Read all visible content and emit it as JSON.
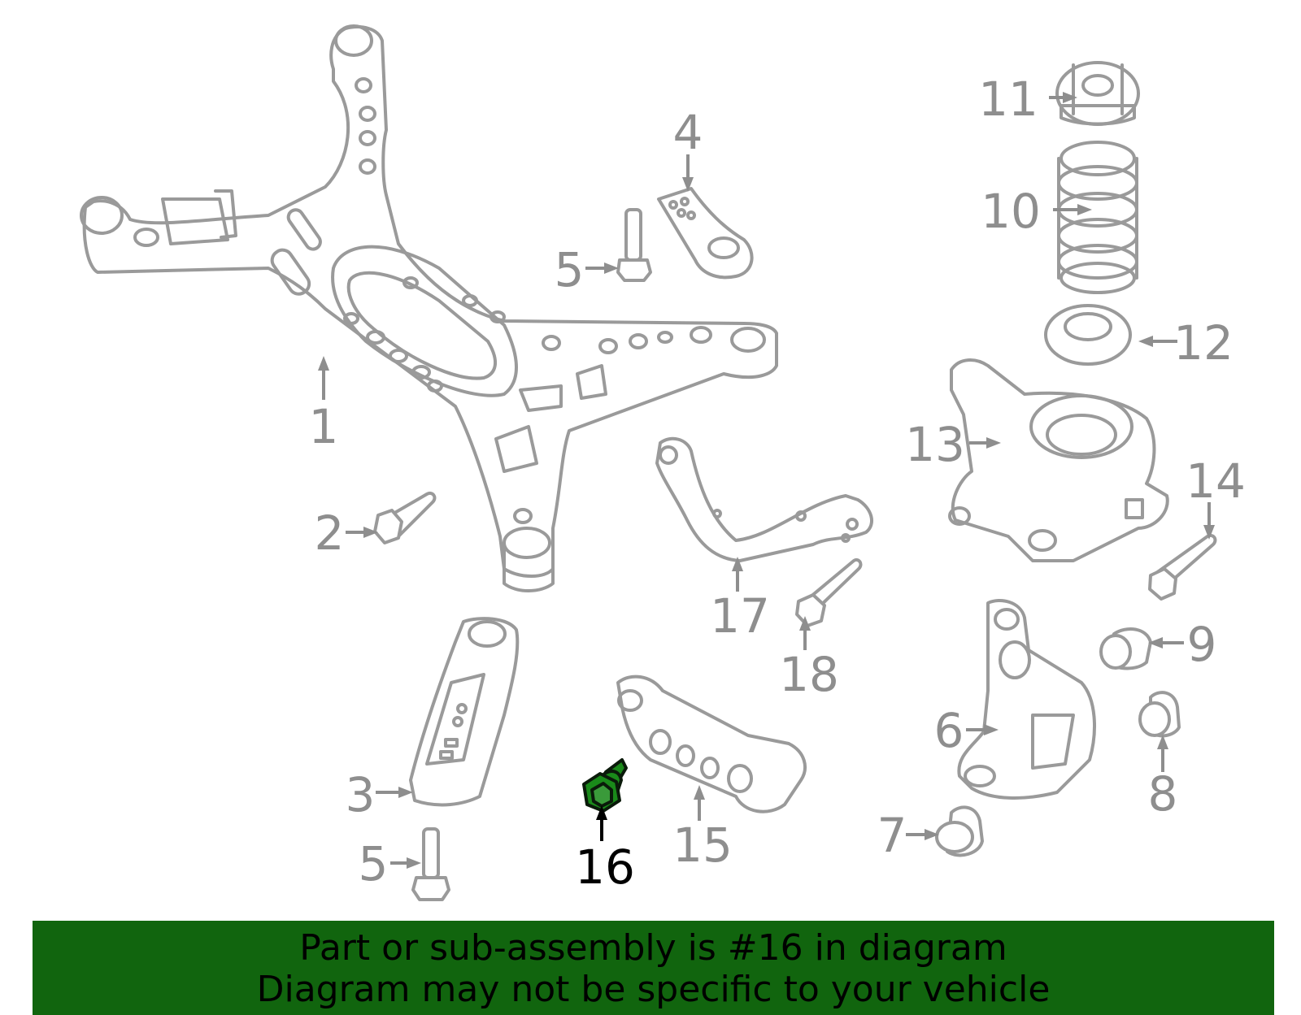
{
  "colors": {
    "banner_background": "#11650e",
    "highlight_part": "#1a8a1a",
    "part_outline": "#9a9a9a",
    "callout_inactive": "#8e8e8e",
    "callout_active": "#000000"
  },
  "highlighted_callout": "16",
  "callouts": [
    {
      "id": "1",
      "label": "1"
    },
    {
      "id": "2",
      "label": "2"
    },
    {
      "id": "3",
      "label": "3"
    },
    {
      "id": "4",
      "label": "4"
    },
    {
      "id": "5a",
      "label": "5"
    },
    {
      "id": "5b",
      "label": "5"
    },
    {
      "id": "6",
      "label": "6"
    },
    {
      "id": "7",
      "label": "7"
    },
    {
      "id": "8",
      "label": "8"
    },
    {
      "id": "9",
      "label": "9"
    },
    {
      "id": "10",
      "label": "10"
    },
    {
      "id": "11",
      "label": "11"
    },
    {
      "id": "12",
      "label": "12"
    },
    {
      "id": "13",
      "label": "13"
    },
    {
      "id": "14",
      "label": "14"
    },
    {
      "id": "15",
      "label": "15"
    },
    {
      "id": "16",
      "label": "16"
    },
    {
      "id": "17",
      "label": "17"
    },
    {
      "id": "18",
      "label": "18"
    }
  ],
  "banner": {
    "line1": "Part or sub-assembly is #16 in diagram",
    "line2": "Diagram may not be specific to your vehicle"
  }
}
